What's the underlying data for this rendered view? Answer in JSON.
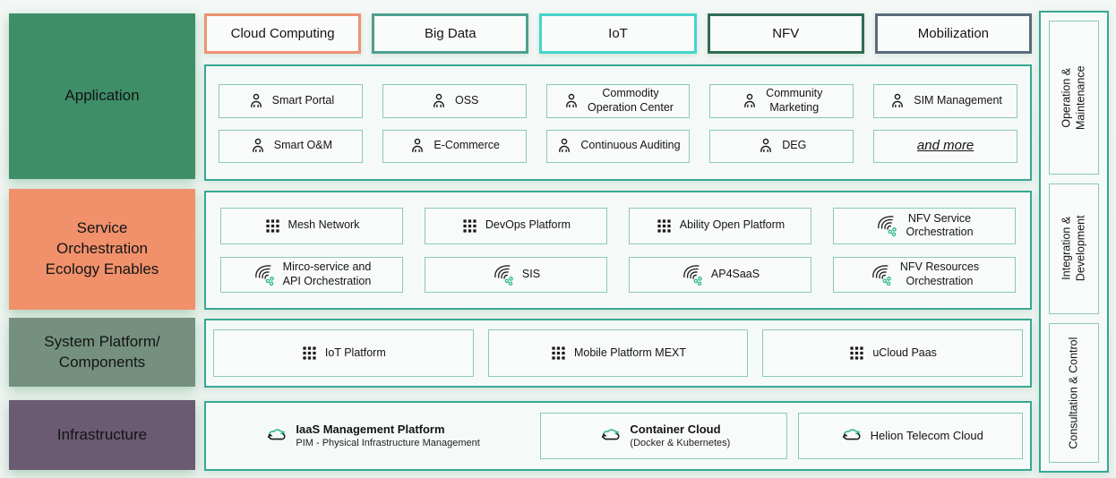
{
  "tabs": [
    {
      "label": "Cloud Computing",
      "border_color": "#EE9273"
    },
    {
      "label": "Big Data",
      "border_color": "#4F9F90"
    },
    {
      "label": "IoT",
      "border_color": "#45D4CB"
    },
    {
      "label": "NFV",
      "border_color": "#2F6C53"
    },
    {
      "label": "Mobilization",
      "border_color": "#5B6B7B"
    }
  ],
  "layers": [
    {
      "label": "Application",
      "color": "#3E8E68"
    },
    {
      "label": "Service\nOrchestration\nEcology Enables",
      "color": "#F0916C"
    },
    {
      "label": "System Platform/\nComponents",
      "color": "#75907F"
    },
    {
      "label": "Infrastructure",
      "color": "#6A5A72"
    }
  ],
  "application": {
    "rows": [
      [
        {
          "icon": "person",
          "label": "Smart Portal"
        },
        {
          "icon": "person",
          "label": "OSS"
        },
        {
          "icon": "person",
          "label": "Commodity\nOperation Center"
        },
        {
          "icon": "person",
          "label": "Community\nMarketing"
        },
        {
          "icon": "person",
          "label": "SIM Management"
        }
      ],
      [
        {
          "icon": "person",
          "label": "Smart O&M"
        },
        {
          "icon": "person",
          "label": "E-Commerce"
        },
        {
          "icon": "person",
          "label": "Continuous Auditing"
        },
        {
          "icon": "person",
          "label": "DEG"
        },
        {
          "icon": "none",
          "label": "and more",
          "style": "more"
        }
      ]
    ]
  },
  "service": {
    "rows": [
      [
        {
          "icon": "grid",
          "label": "Mesh Network"
        },
        {
          "icon": "grid",
          "label": "DevOps Platform"
        },
        {
          "icon": "grid",
          "label": "Ability Open Platform"
        },
        {
          "icon": "stream",
          "label": "NFV Service\nOrchestration"
        }
      ],
      [
        {
          "icon": "stream",
          "label": "Mirco-service and\nAPI Orchestration"
        },
        {
          "icon": "stream",
          "label": "SIS"
        },
        {
          "icon": "stream",
          "label": "AP4SaaS"
        },
        {
          "icon": "stream",
          "label": "NFV Resources\nOrchestration"
        }
      ]
    ]
  },
  "system_items": [
    {
      "icon": "grid",
      "label": "IoT Platform"
    },
    {
      "icon": "grid",
      "label": "Mobile Platform MEXT"
    },
    {
      "icon": "grid",
      "label": "uCloud Paas"
    }
  ],
  "infrastructure_items": [
    {
      "icon": "cloud",
      "title": "IaaS Management Platform",
      "subtitle": "PIM - Physical Infrastructure Management",
      "bordered": false,
      "bold": true
    },
    {
      "icon": "cloud",
      "title": "Container Cloud",
      "subtitle": "(Docker & Kubernetes)",
      "bordered": true,
      "bold": true
    },
    {
      "icon": "cloud",
      "title": "Helion Telecom Cloud",
      "subtitle": "",
      "bordered": true,
      "bold": false
    }
  ],
  "side_sections": [
    {
      "label": "Operation &\nMaintenance"
    },
    {
      "label": "Integration &\nDevelopment"
    },
    {
      "label": "Consultation & Control"
    }
  ],
  "colors": {
    "container_border": "#38A795",
    "item_border": "#8BC8BB",
    "accent_green": "#2FB886",
    "background": "#F3F7F5"
  }
}
